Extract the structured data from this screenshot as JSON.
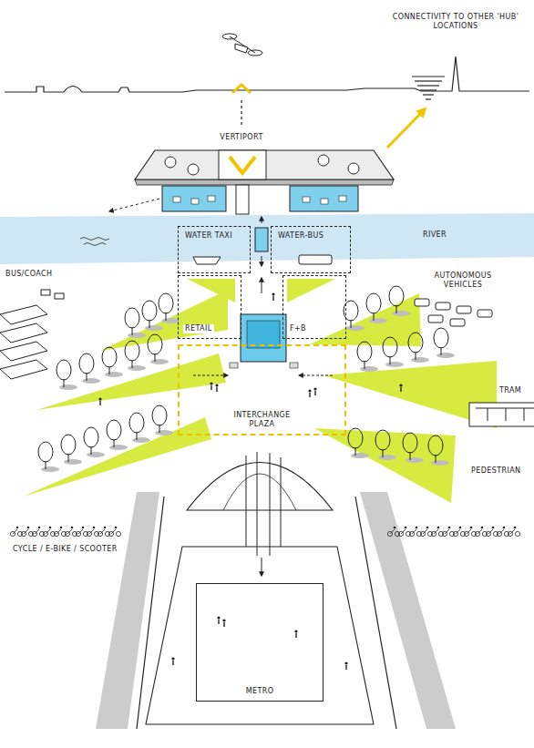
{
  "diagram": {
    "nodes": [
      {
        "text": [
          "VERTIPORT"
        ]
      },
      {
        "text": [
          "WATER TAXI"
        ]
      },
      {
        "text": [
          "WATER-BUS"
        ]
      },
      {
        "text": [
          "RETAIL"
        ]
      },
      {
        "text": [
          "F+B"
        ]
      },
      {
        "text": [
          "INTERCHANGE PLAZA"
        ]
      },
      {
        "text": [
          "METRO"
        ]
      }
    ],
    "labels": [
      "CONNECTIVITY TO OTHER 'HUB' LOCATIONS",
      "RIVER",
      "BUS/COACH",
      "AUTONOMOUS VEHICLES",
      "TRAM",
      "PEDESTRIAN",
      "CYCLE / E-BIKE / SCOOTER"
    ]
  }
}
